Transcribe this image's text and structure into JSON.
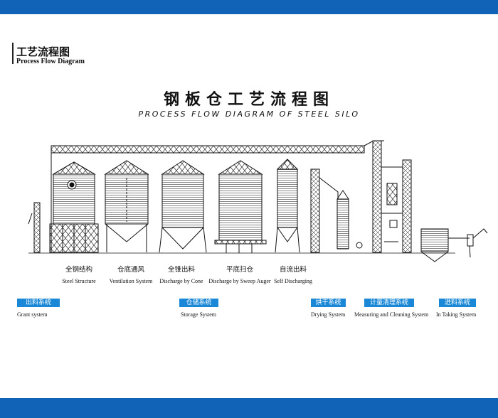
{
  "section": {
    "title_cn": "工艺流程图",
    "title_en": "Process Flow Diagram"
  },
  "diagram": {
    "title_cn": "钢板仓工艺流程图",
    "title_en": "PROCESS FLOW DIAGRAM OF STEEL SILO"
  },
  "processes": [
    {
      "cn": "全钢结构",
      "en": "Steel Structure"
    },
    {
      "cn": "仓底通风",
      "en": "Ventilation System"
    },
    {
      "cn": "全锥出料",
      "en": "Discharge by Cone"
    },
    {
      "cn": "平底扫仓",
      "en": "Discharge by Sweep Auger"
    },
    {
      "cn": "自流出料",
      "en": "Self Discharging"
    }
  ],
  "systems": [
    {
      "cn": "出料系统",
      "en": "Grant  system"
    },
    {
      "cn": "仓储系统",
      "en": "Storage  System"
    },
    {
      "cn": "烘干系统",
      "en": "Drying System"
    },
    {
      "cn": "计量清理系统",
      "en": "Measuring and Cleaning System"
    },
    {
      "cn": "进料系统",
      "en": "In Taking System"
    }
  ],
  "colors": {
    "brand_blue": "#1163b8",
    "tag_blue": "#1a88d6",
    "line": "#111111"
  }
}
